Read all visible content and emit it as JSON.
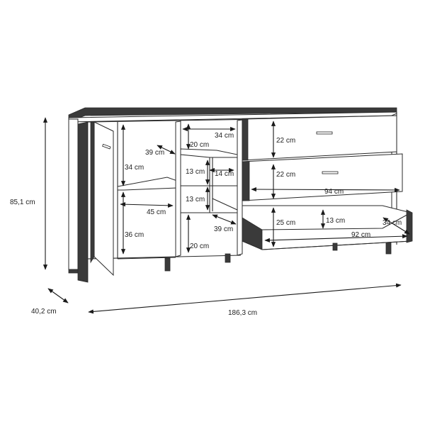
{
  "product": "sideboard",
  "dimensions": {
    "overall_height": "85,1 cm",
    "overall_depth": "40,2 cm",
    "overall_width": "186,3 cm"
  },
  "left_compartment": {
    "shelf_depth": "39 cm",
    "upper_height": "34 cm",
    "shelf_width": "45 cm",
    "lower_height": "36 cm"
  },
  "middle_compartment": {
    "top_width": "34 cm",
    "top_height": "20 cm",
    "cube_upper_height": "13 cm",
    "cube_width": "14 cm",
    "cube_lower_height": "13 cm",
    "bottom_depth": "39 cm",
    "bottom_height": "20 cm"
  },
  "drawers": {
    "drawer1_height": "22 cm",
    "drawer2_height": "22 cm",
    "drawer_width": "94 cm",
    "drawer3_front_height": "25 cm",
    "drawer3_inner_height": "13 cm",
    "drawer3_depth": "34 cm",
    "drawer3_inner_width": "92 cm"
  }
}
